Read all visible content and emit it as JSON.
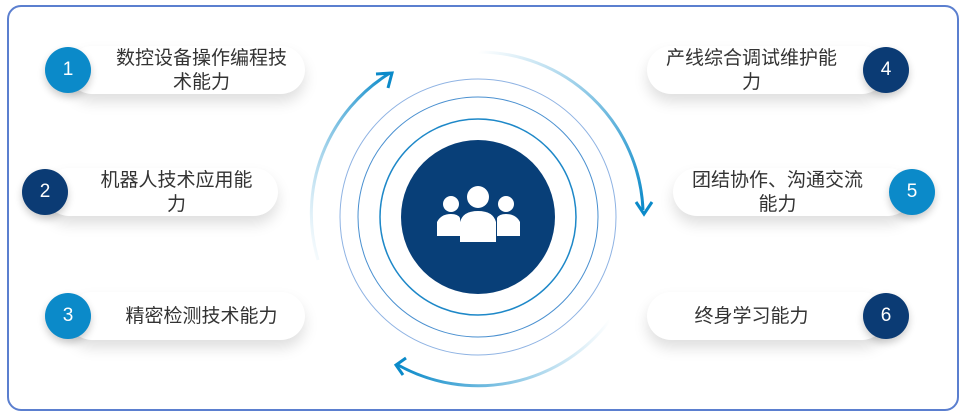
{
  "items": [
    {
      "n": "1",
      "label": "数控设备操作编程技术能力",
      "color": "#0b8ac9"
    },
    {
      "n": "2",
      "label": "机器人技术应用能力",
      "color": "#0b3b74"
    },
    {
      "n": "3",
      "label": "精密检测技术能力",
      "color": "#0b8ac9"
    },
    {
      "n": "4",
      "label": "产线综合调试维护能力",
      "color": "#0b3b74"
    },
    {
      "n": "5",
      "label": "团结协作、沟通交流能力",
      "color": "#0b8ac9"
    },
    {
      "n": "6",
      "label": "终身学习能力",
      "color": "#0b3b74"
    }
  ],
  "center_icon": "people-group-icon"
}
